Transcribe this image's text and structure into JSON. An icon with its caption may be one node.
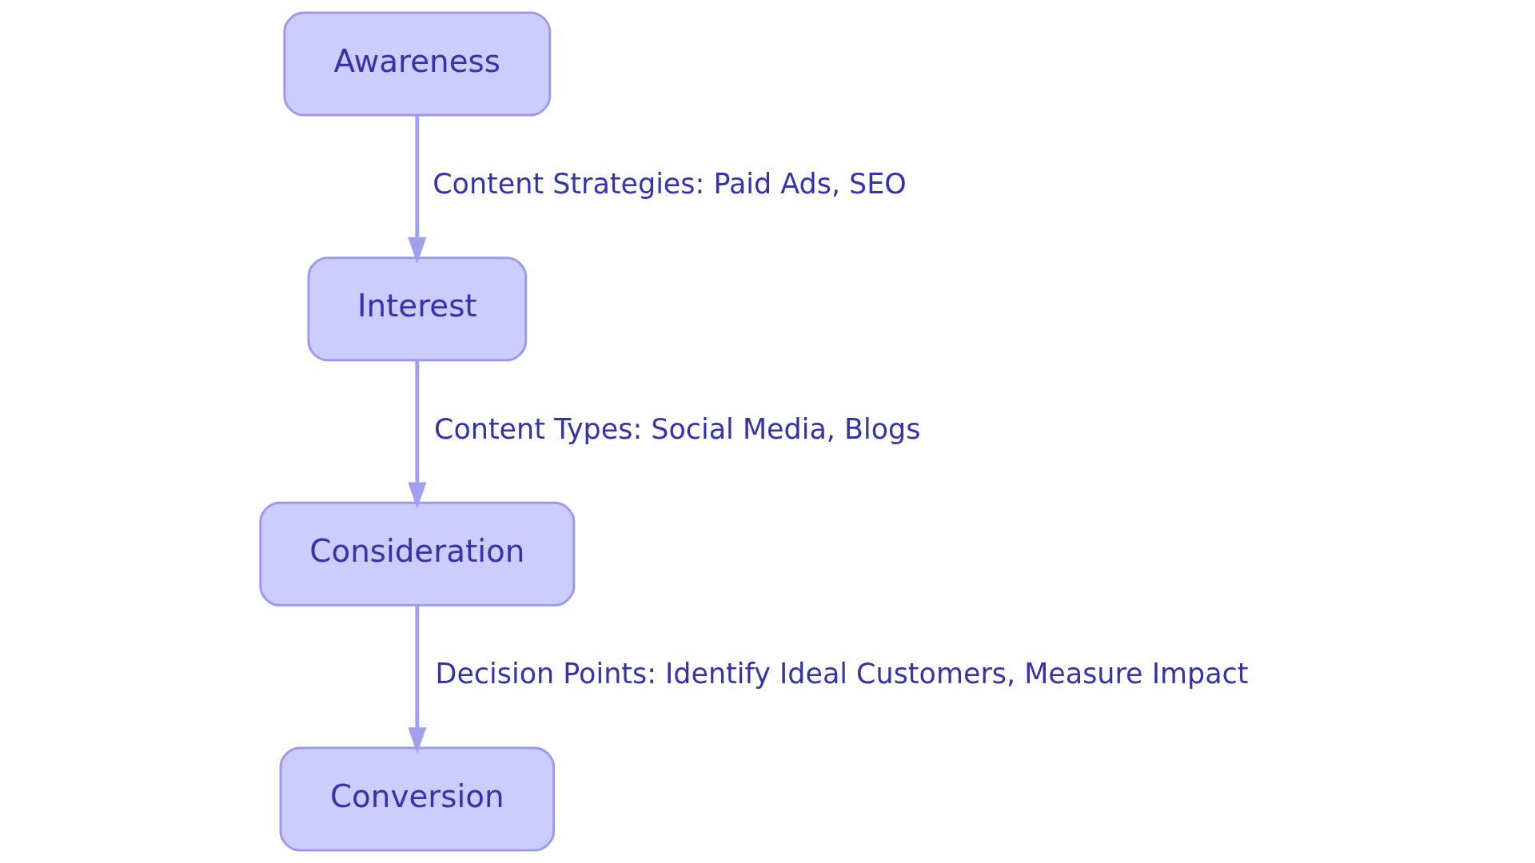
{
  "diagram": {
    "nodes": [
      {
        "text": [
          "Awareness"
        ]
      },
      {
        "text": [
          "Interest"
        ]
      },
      {
        "text": [
          "Consideration"
        ]
      },
      {
        "text": [
          "Conversion"
        ]
      }
    ],
    "edges": [
      {
        "from": 0,
        "to": 1,
        "arrow": "to",
        "label": "Content Strategies: Paid Ads, SEO"
      },
      {
        "from": 1,
        "to": 2,
        "arrow": "to",
        "label": "Content Types: Social Media, Blogs"
      },
      {
        "from": 2,
        "to": 3,
        "arrow": "to",
        "label": "Decision Points: Identify Ideal Customers, Measure Impact"
      }
    ]
  }
}
